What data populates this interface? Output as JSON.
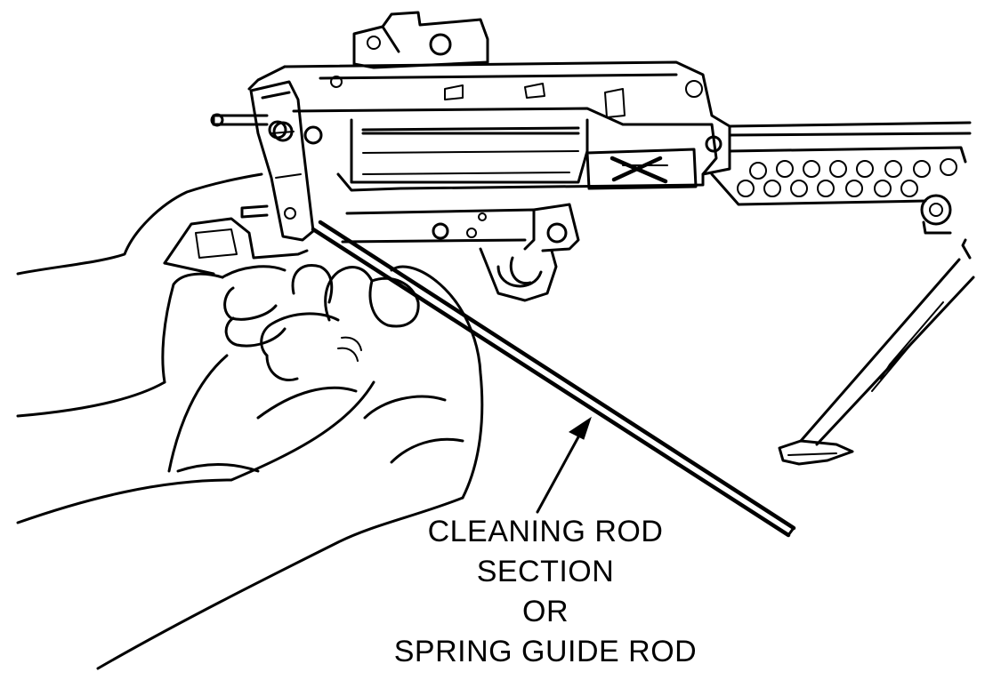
{
  "figure": {
    "callout_lines": [
      "CLEANING ROD",
      "SECTION",
      "OR",
      "SPRING GUIDE ROD"
    ]
  }
}
